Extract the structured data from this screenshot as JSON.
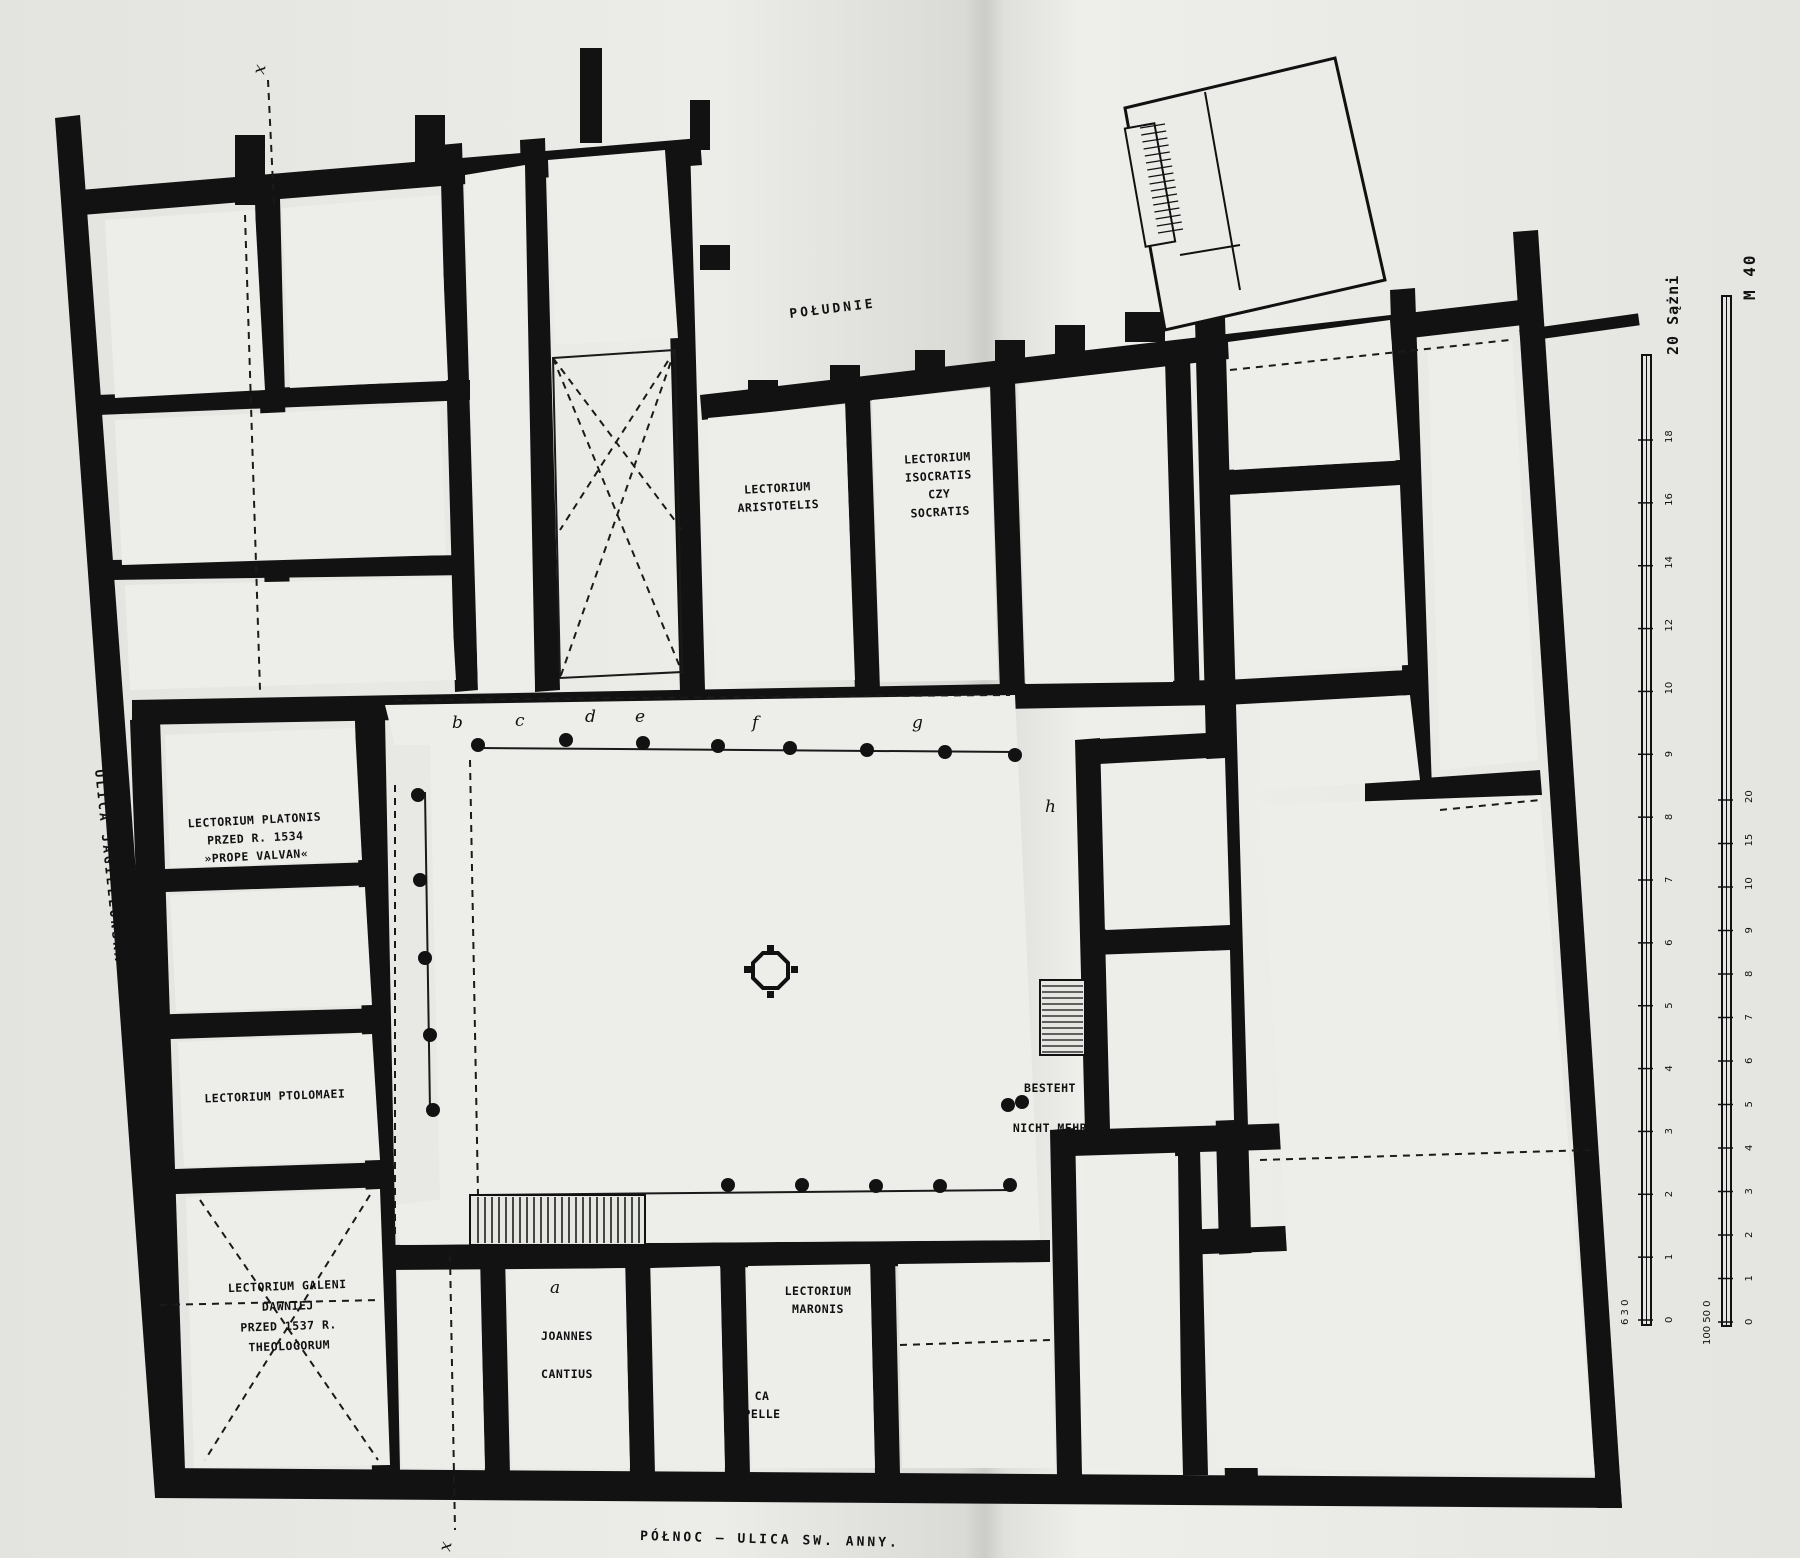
{
  "streets": {
    "south": "POŁUDNIE",
    "north": "PÓŁNOC — ULICA SW. ANNY.",
    "west": "ULICA JAGIELLOŃSKA"
  },
  "section_marks": {
    "top": "x",
    "bottom": "x"
  },
  "rooms": {
    "aristotelis": [
      "LECTORIUM",
      "ARISTOTELIS"
    ],
    "isocratis": [
      "LECTORIUM",
      "ISOCRATIS",
      "CZY",
      "SOCRATIS"
    ],
    "platonis": [
      "LECTORIUM PLATONIS",
      "PRZED R. 1534",
      "»PROPE VALVAN«"
    ],
    "ptolomaei": [
      "LECTORIUM PTOLOMAEI"
    ],
    "galeni": [
      "LECTORIUM GALENI",
      "DAWNIEJ",
      "PRZED 1537 R.",
      "THEOLOGORUM"
    ],
    "cantius": [
      "JOANNES",
      "CANTIUS"
    ],
    "maronis": [
      "LECTORIUM",
      "MARONIS"
    ],
    "capelle": [
      "CA",
      "PELLE"
    ],
    "besteht": [
      "BESTEHT",
      "NICHT MEHR"
    ]
  },
  "letters": [
    "b",
    "c",
    "d",
    "e",
    "f",
    "g",
    "h",
    "a"
  ],
  "scale_sazni": {
    "label": "20 Sążni",
    "ticks": [
      "18",
      "16",
      "14",
      "12",
      "10",
      "9",
      "8",
      "7",
      "6",
      "5",
      "4",
      "3",
      "2",
      "1",
      "0"
    ],
    "small": "6 3 0"
  },
  "scale_m": {
    "label": "M 40",
    "ticks": [
      "20",
      "15",
      "10",
      "9",
      "8",
      "7",
      "6",
      "5",
      "4",
      "3",
      "2",
      "1",
      "0"
    ],
    "small": "100 50 0"
  }
}
